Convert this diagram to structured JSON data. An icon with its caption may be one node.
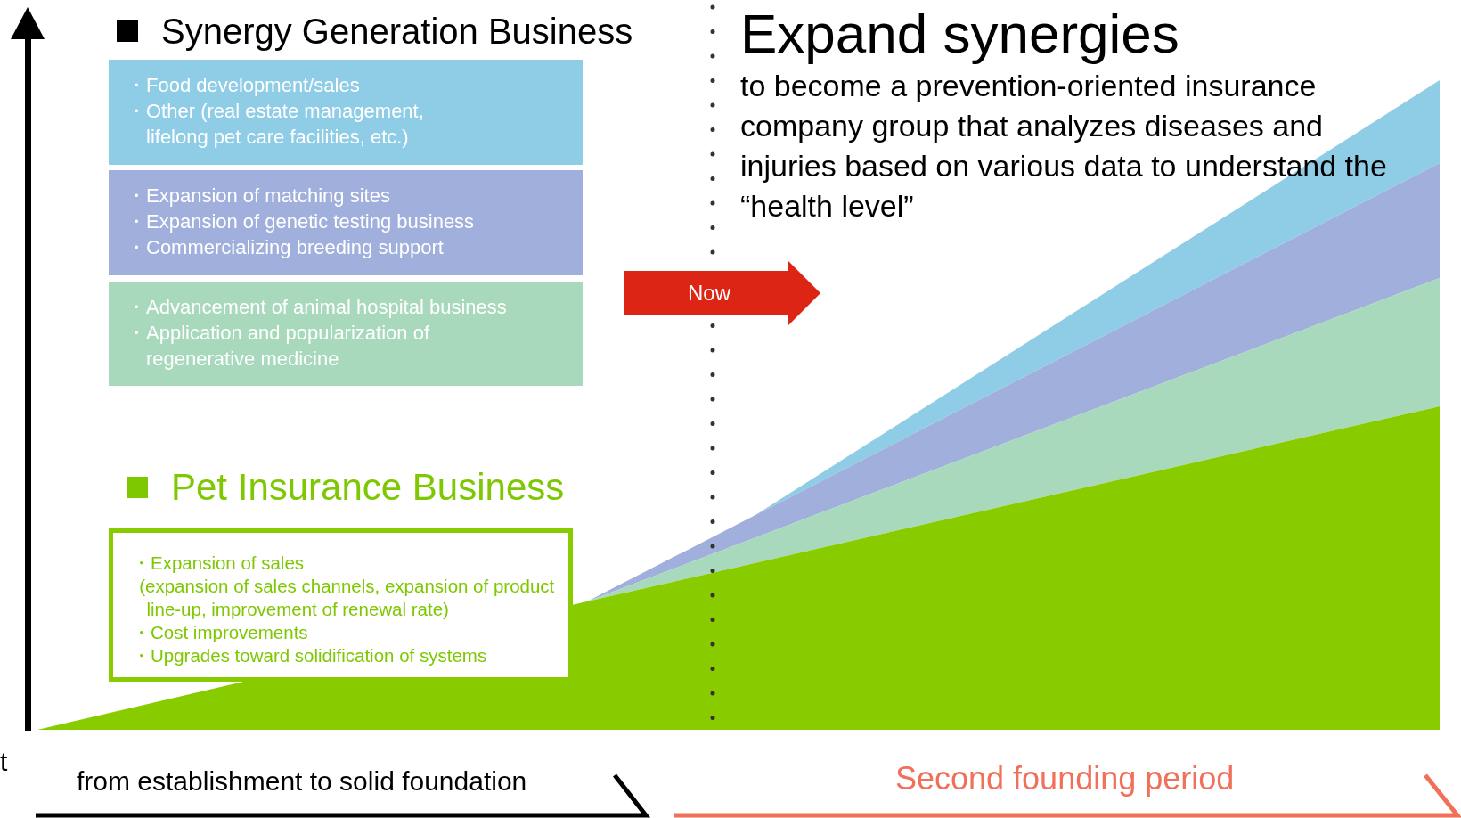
{
  "diagram": {
    "nodes": [
      {
        "text": [
          "・Food development/sales",
          "・Other (real estate management, lifelong pet care facilities, etc.)"
        ]
      },
      {
        "text": [
          "・Expansion of matching sites",
          "・Expansion of genetic testing business",
          "・Commercializing breeding support"
        ]
      },
      {
        "text": [
          "・Advancement of animal hospital business",
          "・Application and popularization of regenerative medicine"
        ]
      },
      {
        "text": [
          "・Expansion of sales",
          "(expansion of sales channels, expansion of product line-up, improvement of renewal rate)",
          "・Cost improvements",
          "・Upgrades toward solidification of systems"
        ]
      },
      {
        "text": [
          "Now"
        ]
      }
    ],
    "labels": [
      "Synergy Generation Business",
      "Expand synergies",
      "to become a prevention-oriented insurance company group that analyzes diseases and injuries based on various data to understand the “health level”",
      "Pet Insurance Business",
      "t",
      "from establishment to solid foundation",
      "Second founding period"
    ]
  }
}
